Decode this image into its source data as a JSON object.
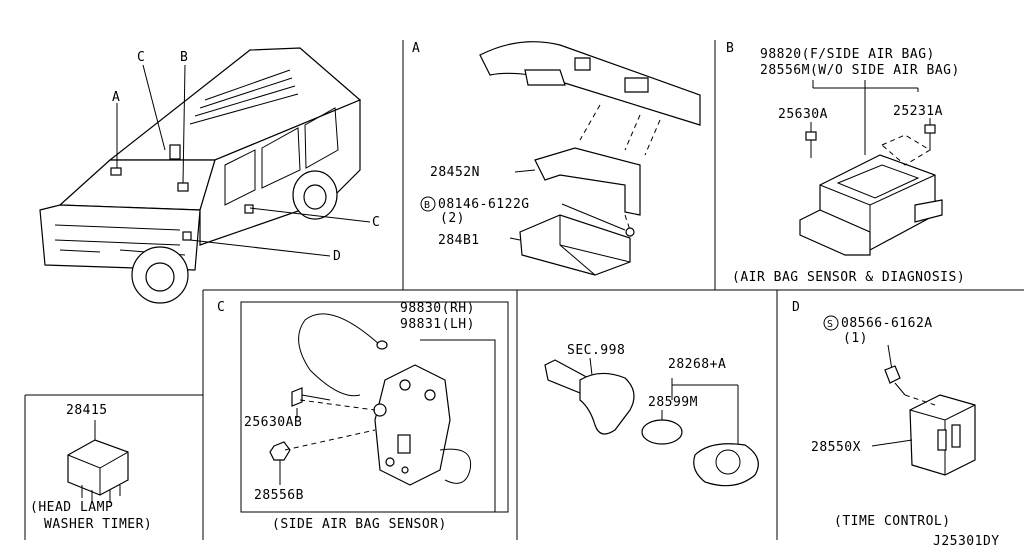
{
  "diagram_id": "J25301DY",
  "vehicle": {
    "callouts": [
      "A",
      "B",
      "C",
      "C",
      "D"
    ]
  },
  "panel_a": {
    "letter": "A",
    "parts": [
      "28452N",
      "08146-6122G",
      "(2)",
      "284B1"
    ],
    "bolt_prefix": "B"
  },
  "panel_b": {
    "letter": "B",
    "title_line1": "98820(F/SIDE AIR BAG)",
    "title_line2": "28556M(W/O SIDE AIR BAG)",
    "parts": [
      "25630A",
      "25231A"
    ],
    "caption": "(AIR BAG SENSOR & DIAGNOSIS)"
  },
  "panel_c": {
    "letter": "C",
    "parts": [
      "98830(RH)",
      "98831(LH)",
      "25630AB",
      "28556B"
    ],
    "caption": "(SIDE  AIR BAG SENSOR)"
  },
  "panel_key": {
    "parts": [
      "SEC.998",
      "28268+A",
      "28599M"
    ]
  },
  "panel_d": {
    "letter": "D",
    "bolt_prefix": "S",
    "parts": [
      "08566-6162A",
      "(1)",
      "28550X"
    ],
    "caption": "(TIME CONTROL)"
  },
  "panel_relay": {
    "parts": [
      "28415"
    ],
    "caption_line1": "(HEAD LAMP",
    "caption_line2": "WASHER TIMER)"
  }
}
